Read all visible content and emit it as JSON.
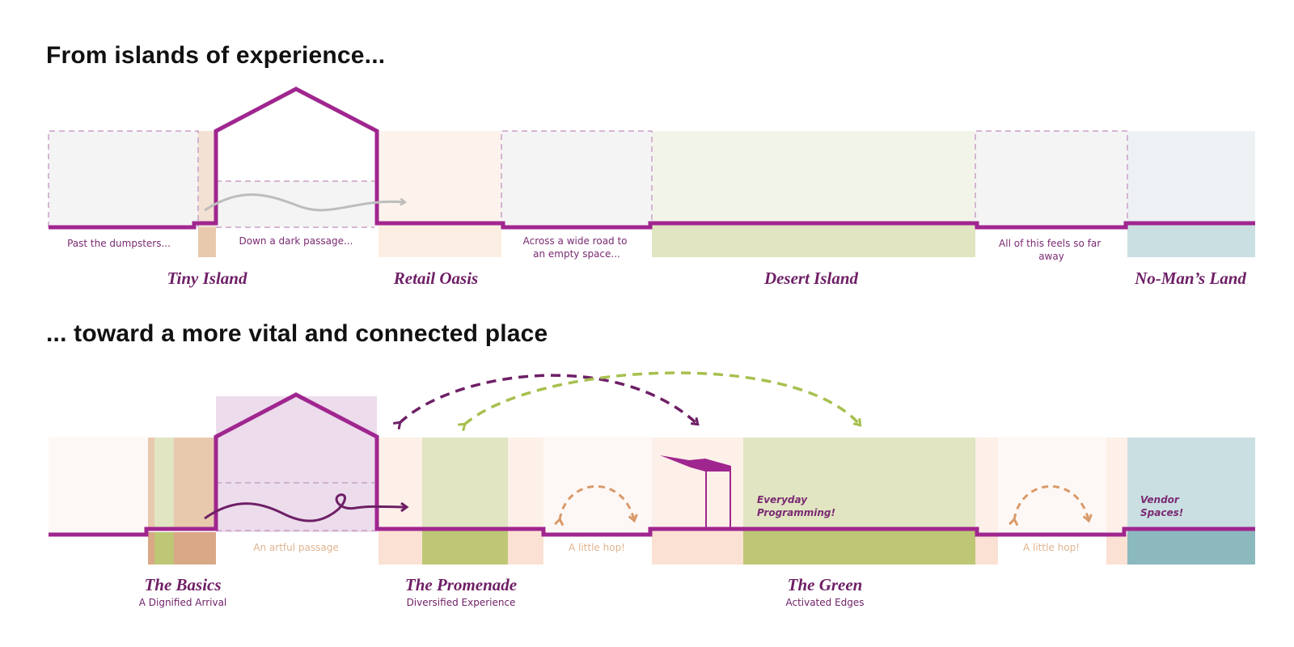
{
  "headings": {
    "top": "From islands of experience...",
    "bottom": "... toward a more vital and connected place"
  },
  "colors": {
    "ground_line": "#a0268f",
    "dark_purple_arrow": "#6e1f66",
    "green_arrow": "#a7c04f",
    "hop_arrow": "#d99a6a",
    "passage_arrow_gray": "#bdbdbd"
  },
  "existing": {
    "captions": [
      {
        "id": "dumpsters",
        "lines": [
          "Past the dumpsters..."
        ]
      },
      {
        "id": "passage",
        "lines": [
          "Down a dark passage..."
        ]
      },
      {
        "id": "road",
        "lines": [
          "Across a wide road to",
          "an empty space..."
        ]
      },
      {
        "id": "faraway",
        "lines": [
          "All of this feels so far",
          "away"
        ]
      }
    ],
    "zones": [
      {
        "id": "tiny-island",
        "label": "Tiny Island"
      },
      {
        "id": "retail-oasis",
        "label": "Retail Oasis"
      },
      {
        "id": "desert-island",
        "label": "Desert Island"
      },
      {
        "id": "no-mans-land",
        "label": "No-Man’s Land"
      }
    ]
  },
  "proposed": {
    "captions": [
      {
        "id": "artful-passage",
        "lines": [
          "An artful passage"
        ]
      },
      {
        "id": "hop-1",
        "lines": [
          "A little hop!"
        ]
      },
      {
        "id": "hop-2",
        "lines": [
          "A little hop!"
        ]
      }
    ],
    "notes": [
      {
        "id": "everyday-programming",
        "lines": [
          "Everyday",
          "Programming!"
        ]
      },
      {
        "id": "vendor-spaces",
        "lines": [
          "Vendor",
          "Spaces!"
        ]
      }
    ],
    "zones": [
      {
        "id": "the-basics",
        "label": "The Basics",
        "subtitle": "A Dignified Arrival"
      },
      {
        "id": "the-promenade",
        "label": "The Promenade",
        "subtitle": "Diversified Experience"
      },
      {
        "id": "the-green",
        "label": "The Green",
        "subtitle": "Activated Edges"
      }
    ]
  }
}
